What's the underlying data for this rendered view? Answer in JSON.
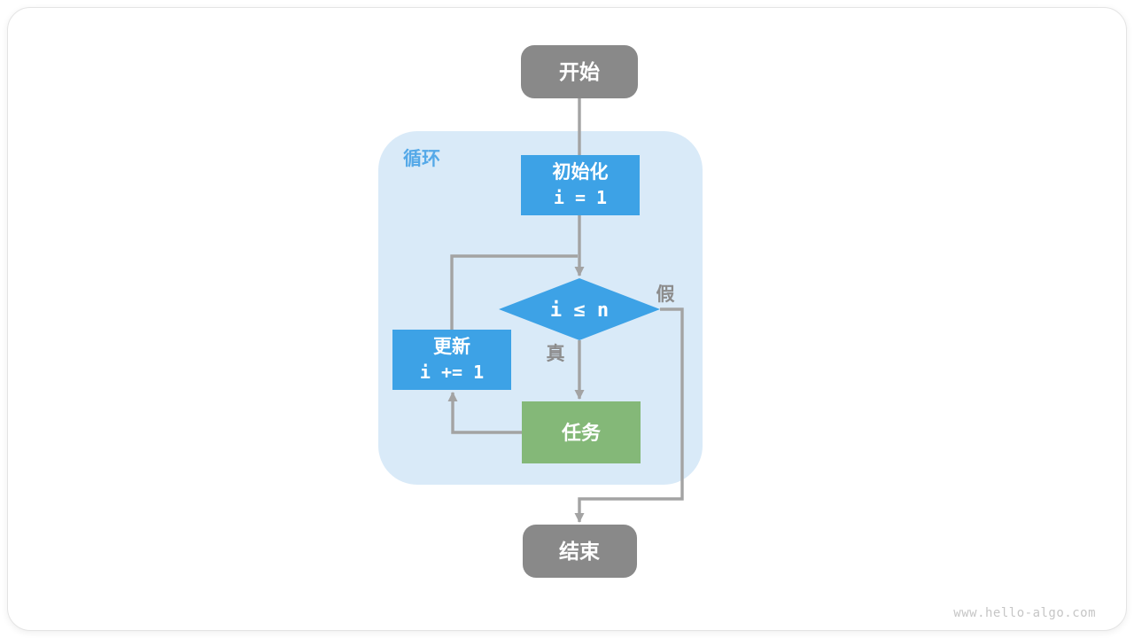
{
  "colors": {
    "node_gray": "#898989",
    "node_blue": "#3da2e6",
    "node_green": "#84b878",
    "loop_bg": "#d9eaf8",
    "connector": "#a3a3a3",
    "branch_label_gray": "#8c8c8c",
    "loop_label_blue": "#55a9e8",
    "watermark_gray": "#c6c6c6"
  },
  "watermark": "www.hello-algo.com",
  "flowchart": {
    "start": {
      "label": "开始"
    },
    "loop": {
      "label": "循环"
    },
    "init": {
      "title": "初始化",
      "code": "i = 1"
    },
    "condition": {
      "code": "i ≤ n"
    },
    "branch_true": {
      "label": "真"
    },
    "branch_false": {
      "label": "假"
    },
    "task": {
      "label": "任务"
    },
    "update": {
      "title": "更新",
      "code": "i += 1"
    },
    "end": {
      "label": "结束"
    }
  }
}
